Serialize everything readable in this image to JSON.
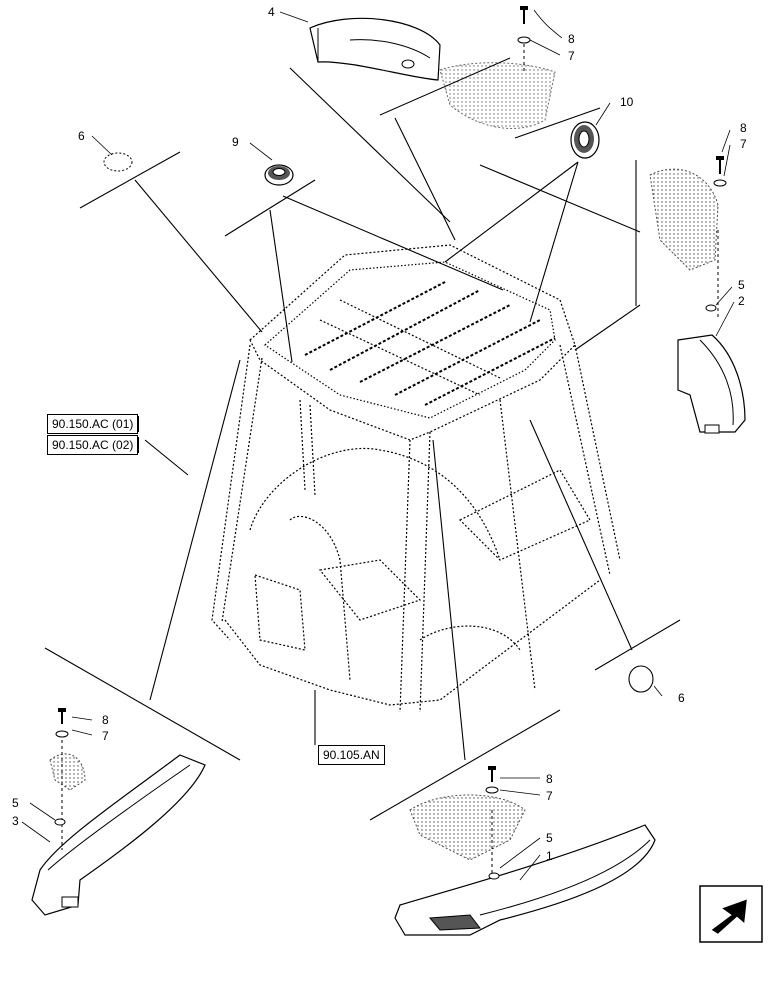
{
  "diagram": {
    "callouts": {
      "c1": "1",
      "c2": "2",
      "c3": "3",
      "c4": "4",
      "c5a": "5",
      "c5b": "5",
      "c5c": "5",
      "c6a": "6",
      "c6b": "6",
      "c7a": "7",
      "c7b": "7",
      "c7c": "7",
      "c7d": "7",
      "c8a": "8",
      "c8b": "8",
      "c8c": "8",
      "c8d": "8",
      "c9": "9",
      "c10": "10"
    },
    "references": {
      "ref1": "90.150.AC (01)",
      "ref2": "90.150.AC (02)",
      "ref3": "90.105.AN"
    },
    "nav_icon": "arrow-next-icon"
  }
}
